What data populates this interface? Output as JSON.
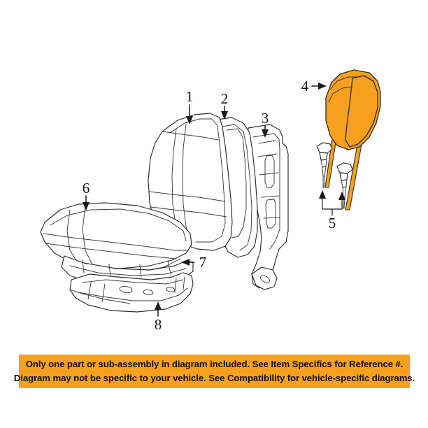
{
  "diagram": {
    "title": "Vehicle front seat exploded parts diagram",
    "background_color": "#ffffff",
    "highlight_color": "#f5a11e",
    "line_color": "#2b2b2b",
    "highlighted_part_number": "4",
    "callouts": [
      {
        "number": "1",
        "name": "seat-back-cover",
        "arrow": "down"
      },
      {
        "number": "2",
        "name": "seat-back-pad",
        "arrow": "down"
      },
      {
        "number": "3",
        "name": "seat-back-frame",
        "arrow": "down"
      },
      {
        "number": "4",
        "name": "headrest",
        "arrow": "right"
      },
      {
        "number": "5",
        "name": "headrest-guide-sleeves",
        "arrow": "bracket-up"
      },
      {
        "number": "6",
        "name": "seat-cushion-cover",
        "arrow": "down"
      },
      {
        "number": "7",
        "name": "seat-cushion-side-trim",
        "arrow": "left"
      },
      {
        "number": "8",
        "name": "seat-cushion-frame-pan",
        "arrow": "up"
      }
    ]
  },
  "banner": {
    "background_color": "#f5a11e",
    "line1": "Only one part or sub-assembly in diagram included. See Item Specifics for Reference #.",
    "line2": "Diagram may not be specific to your vehicle. See Compatibility for vehicle-specific diagrams."
  }
}
